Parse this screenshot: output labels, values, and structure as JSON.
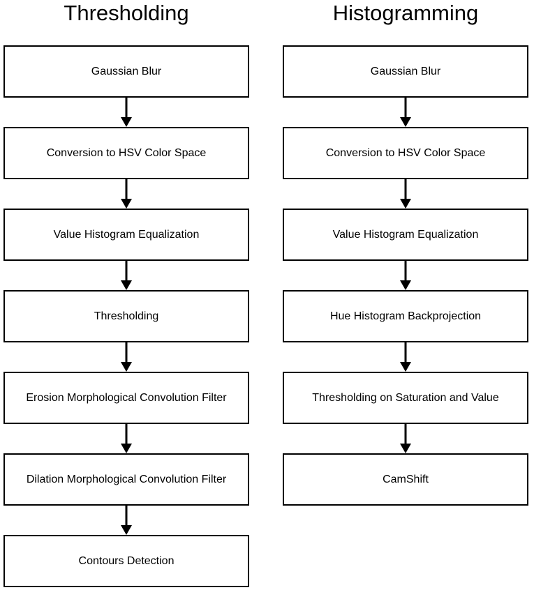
{
  "columns": [
    {
      "title": "Thresholding",
      "steps": [
        "Gaussian Blur",
        "Conversion to HSV Color Space",
        "Value Histogram Equalization",
        "Thresholding",
        "Erosion Morphological Convolution Filter",
        "Dilation Morphological Convolution Filter",
        "Contours Detection"
      ]
    },
    {
      "title": "Histogramming",
      "steps": [
        "Gaussian Blur",
        "Conversion to HSV Color Space",
        "Value Histogram Equalization",
        "Hue Histogram Backprojection",
        "Thresholding on Saturation and Value",
        "CamShift"
      ]
    }
  ]
}
